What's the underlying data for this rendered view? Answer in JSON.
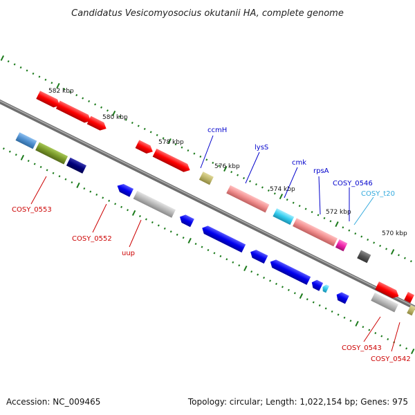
{
  "title": "Candidatus Vesicomyosocius okutanii HA, complete genome",
  "footer": {
    "accession": "Accession: NC_009465",
    "summary": "Topology: circular; Length: 1,022,154 bp; Genes: 975"
  },
  "scale": {
    "ticks": [
      "582 kbp",
      "580 kbp",
      "578 kbp",
      "576 kbp",
      "574 kbp",
      "572 kbp",
      "570 kbp"
    ]
  },
  "gene_labels": [
    {
      "id": "ccmH",
      "text": "ccmH",
      "color": "#0000cc"
    },
    {
      "id": "lysS",
      "text": "lysS",
      "color": "#0000cc"
    },
    {
      "id": "cmk",
      "text": "cmk",
      "color": "#0000cc"
    },
    {
      "id": "rpsA",
      "text": "rpsA",
      "color": "#0000cc"
    },
    {
      "id": "cosy0546",
      "text": "COSY_0546",
      "color": "#0000cc"
    },
    {
      "id": "cosyt20",
      "text": "COSY_t20",
      "color": "#33aadd"
    },
    {
      "id": "cosy0553",
      "text": "COSY_0553",
      "color": "#cc0000"
    },
    {
      "id": "cosy0552",
      "text": "COSY_0552",
      "color": "#cc0000"
    },
    {
      "id": "uup",
      "text": "uup",
      "color": "#cc0000"
    },
    {
      "id": "cosy0543",
      "text": "COSY_0543",
      "color": "#cc0000"
    },
    {
      "id": "cosy0542",
      "text": "COSY_0542",
      "color": "#cc0000"
    }
  ],
  "colors": {
    "backbone": "#888888",
    "tick": "#1a7a1a",
    "forward_cds": "#ff0000",
    "reverse_cds": "#0000ee",
    "light_red": "#f08c8c",
    "gray": "#b4b4b4",
    "olive": "#7a9a2a",
    "navy": "#00007a",
    "khaki": "#bdb56a",
    "cyan": "#33ccee",
    "magenta": "#ee22aa",
    "steel": "#4f8fcf",
    "dark_gray": "#555555"
  }
}
